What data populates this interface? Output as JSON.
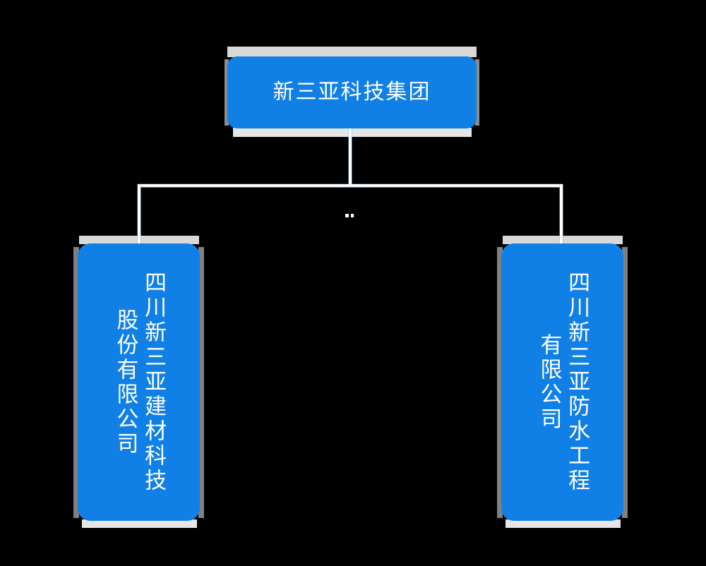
{
  "diagram": {
    "title_text": "新三亚科技集团",
    "type": "org-chart",
    "background_color": "#000000",
    "node_color": "#1180E6",
    "node_text_color": "#FFFFFF",
    "connector_color": "#FFFFFF",
    "root": {
      "label": "新三亚科技集团",
      "orientation": "horizontal"
    },
    "children": [
      {
        "label": "四川新三亚建材科技\n股份有限公司",
        "line_1": "四川新三亚建材科技",
        "line_2": "股份有限公司",
        "orientation": "vertical-rl",
        "position": "left"
      },
      {
        "label": "四川新三亚防水工程\n有限公司",
        "line_1": "四川新三亚防水工程",
        "line_2": "有限公司",
        "orientation": "vertical-rl",
        "position": "right"
      }
    ]
  }
}
